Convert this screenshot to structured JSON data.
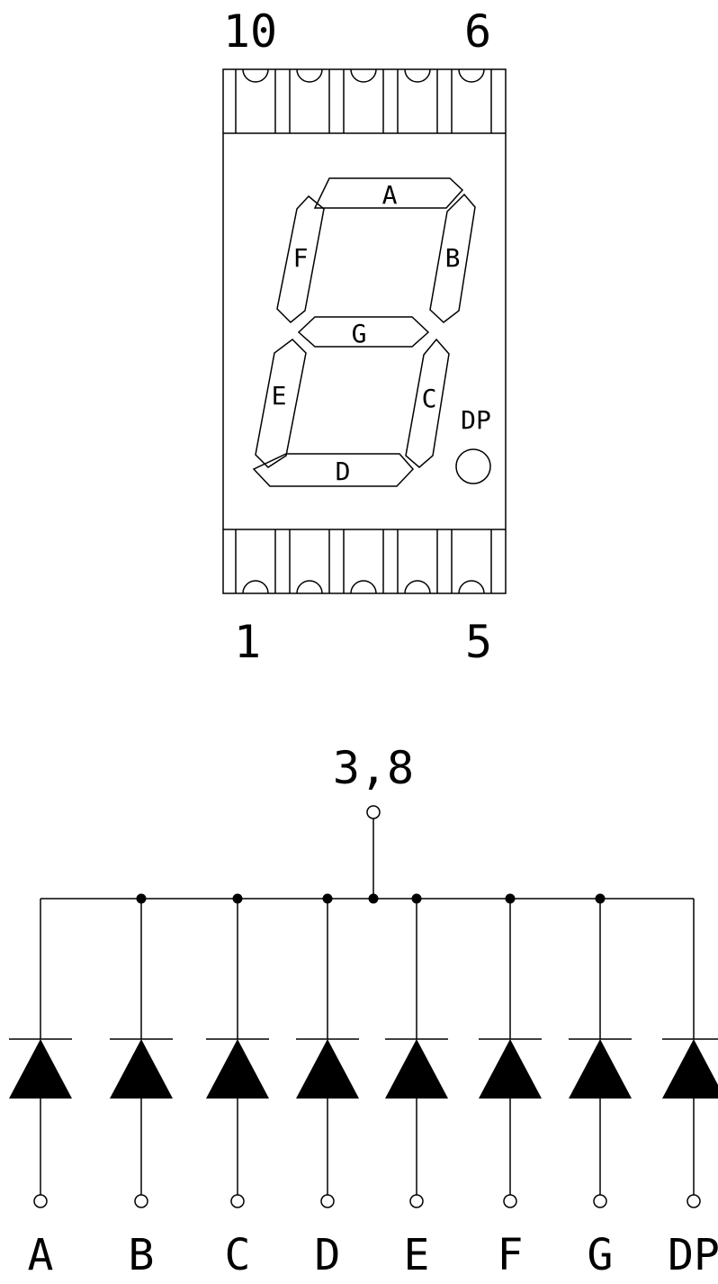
{
  "package": {
    "top_pins": {
      "left": "10",
      "right": "6"
    },
    "bottom_pins": {
      "left": "1",
      "right": "5"
    },
    "segments": [
      "A",
      "B",
      "C",
      "D",
      "E",
      "F",
      "G"
    ],
    "dp_label": "DP"
  },
  "schematic": {
    "common_pin_label": "3,8",
    "inputs": [
      "A",
      "B",
      "C",
      "D",
      "E",
      "F",
      "G",
      "DP"
    ]
  },
  "colors": {
    "ink": "#000000",
    "background": "#ffffff"
  }
}
